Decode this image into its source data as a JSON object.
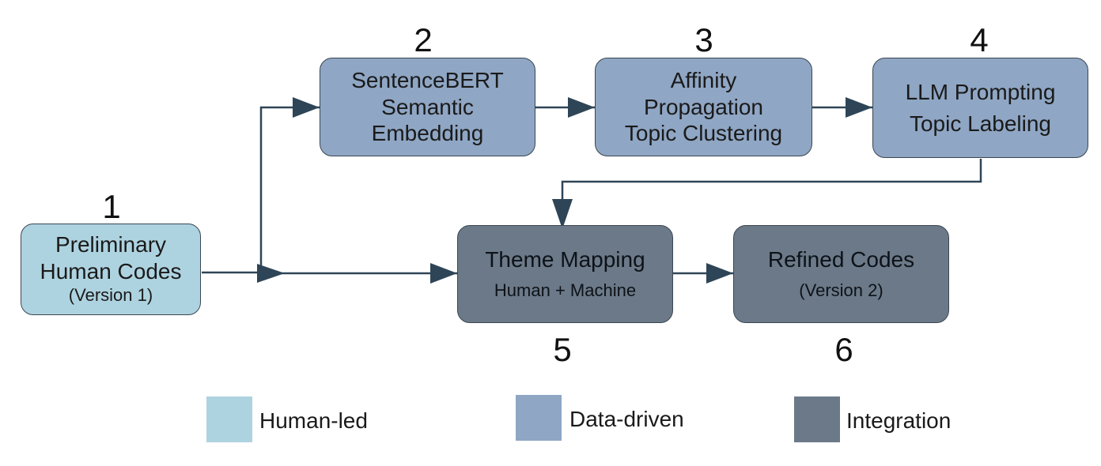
{
  "steps": [
    {
      "number": "1",
      "lines": [
        "Preliminary",
        "Human Codes",
        "(Version 1)"
      ],
      "category": "human-led"
    },
    {
      "number": "2",
      "lines": [
        "SentenceBERT",
        "Semantic",
        "Embedding"
      ],
      "category": "data-driven"
    },
    {
      "number": "3",
      "lines": [
        "Affinity",
        "Propagation",
        "Topic Clustering"
      ],
      "category": "data-driven"
    },
    {
      "number": "4",
      "lines": [
        "LLM Prompting",
        "Topic Labeling"
      ],
      "category": "data-driven"
    },
    {
      "number": "5",
      "lines": [
        "Theme Mapping",
        "Human + Machine"
      ],
      "category": "integration"
    },
    {
      "number": "6",
      "lines": [
        "Refined Codes",
        "(Version 2)"
      ],
      "category": "integration"
    }
  ],
  "legend": [
    {
      "label": "Human-led",
      "color": "#aed3e0"
    },
    {
      "label": "Data-driven",
      "color": "#8fa6c4"
    },
    {
      "label": "Integration",
      "color": "#6b7988"
    }
  ],
  "colors": {
    "arrow": "#2e4557",
    "border": "#3a4652"
  }
}
